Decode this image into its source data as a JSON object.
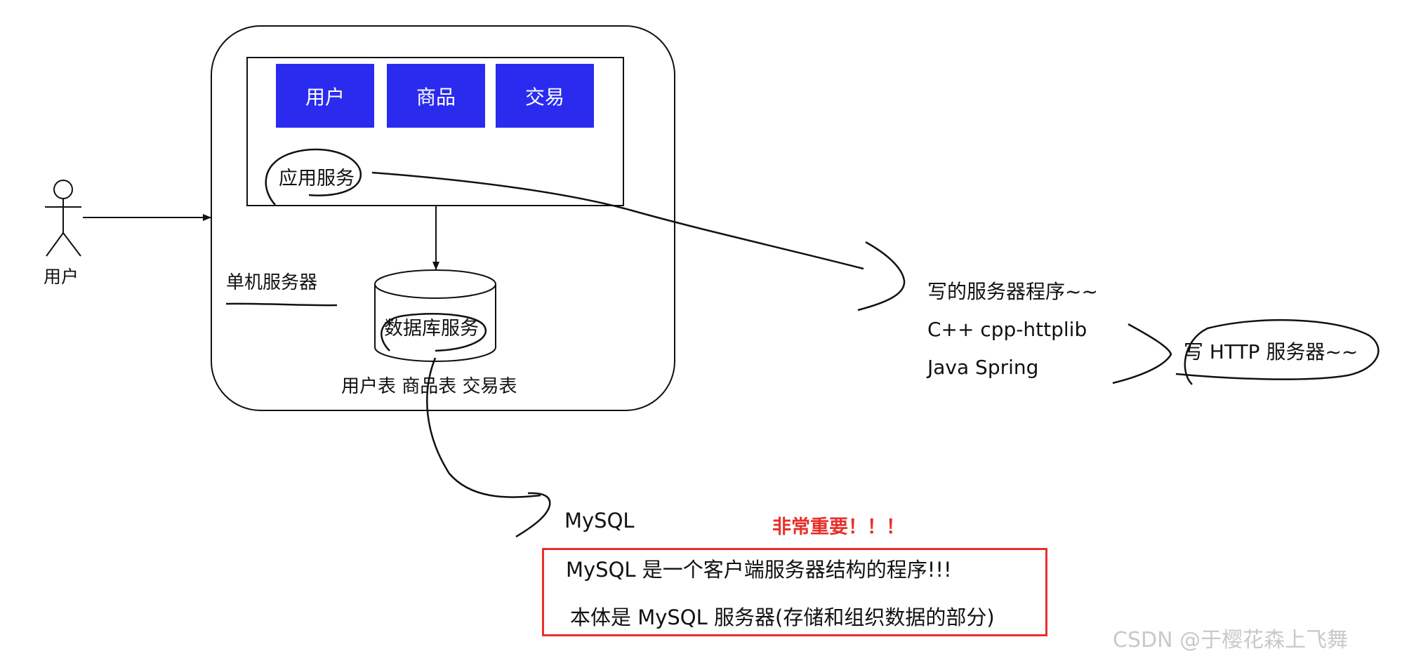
{
  "user_actor": {
    "label": "用户"
  },
  "server": {
    "label": "单机服务器",
    "app_service": {
      "modules": [
        "用户",
        "商品",
        "交易"
      ],
      "label": "应用服务"
    },
    "db_service": {
      "label": "数据库服务",
      "tables_label": "用户表 商品表 交易表"
    }
  },
  "server_program": {
    "lines": [
      "写的服务器程序~~",
      "C++ cpp-httplib",
      "Java  Spring"
    ],
    "http_label": "写 HTTP 服务器~~"
  },
  "mysql": {
    "label": "MySQL",
    "important_label": "非常重要！！！",
    "note_lines": [
      "MySQL 是一个客户端服务器结构的程序!!!",
      "本体是 MySQL 服务器(存储和组织数据的部分)"
    ]
  },
  "watermark": "CSDN @于樱花森上飞舞",
  "colors": {
    "module_fill": "#2b2bf0",
    "module_text": "#ffffff",
    "highlight_red": "#e8302a",
    "watermark": "#c9c9c9"
  }
}
